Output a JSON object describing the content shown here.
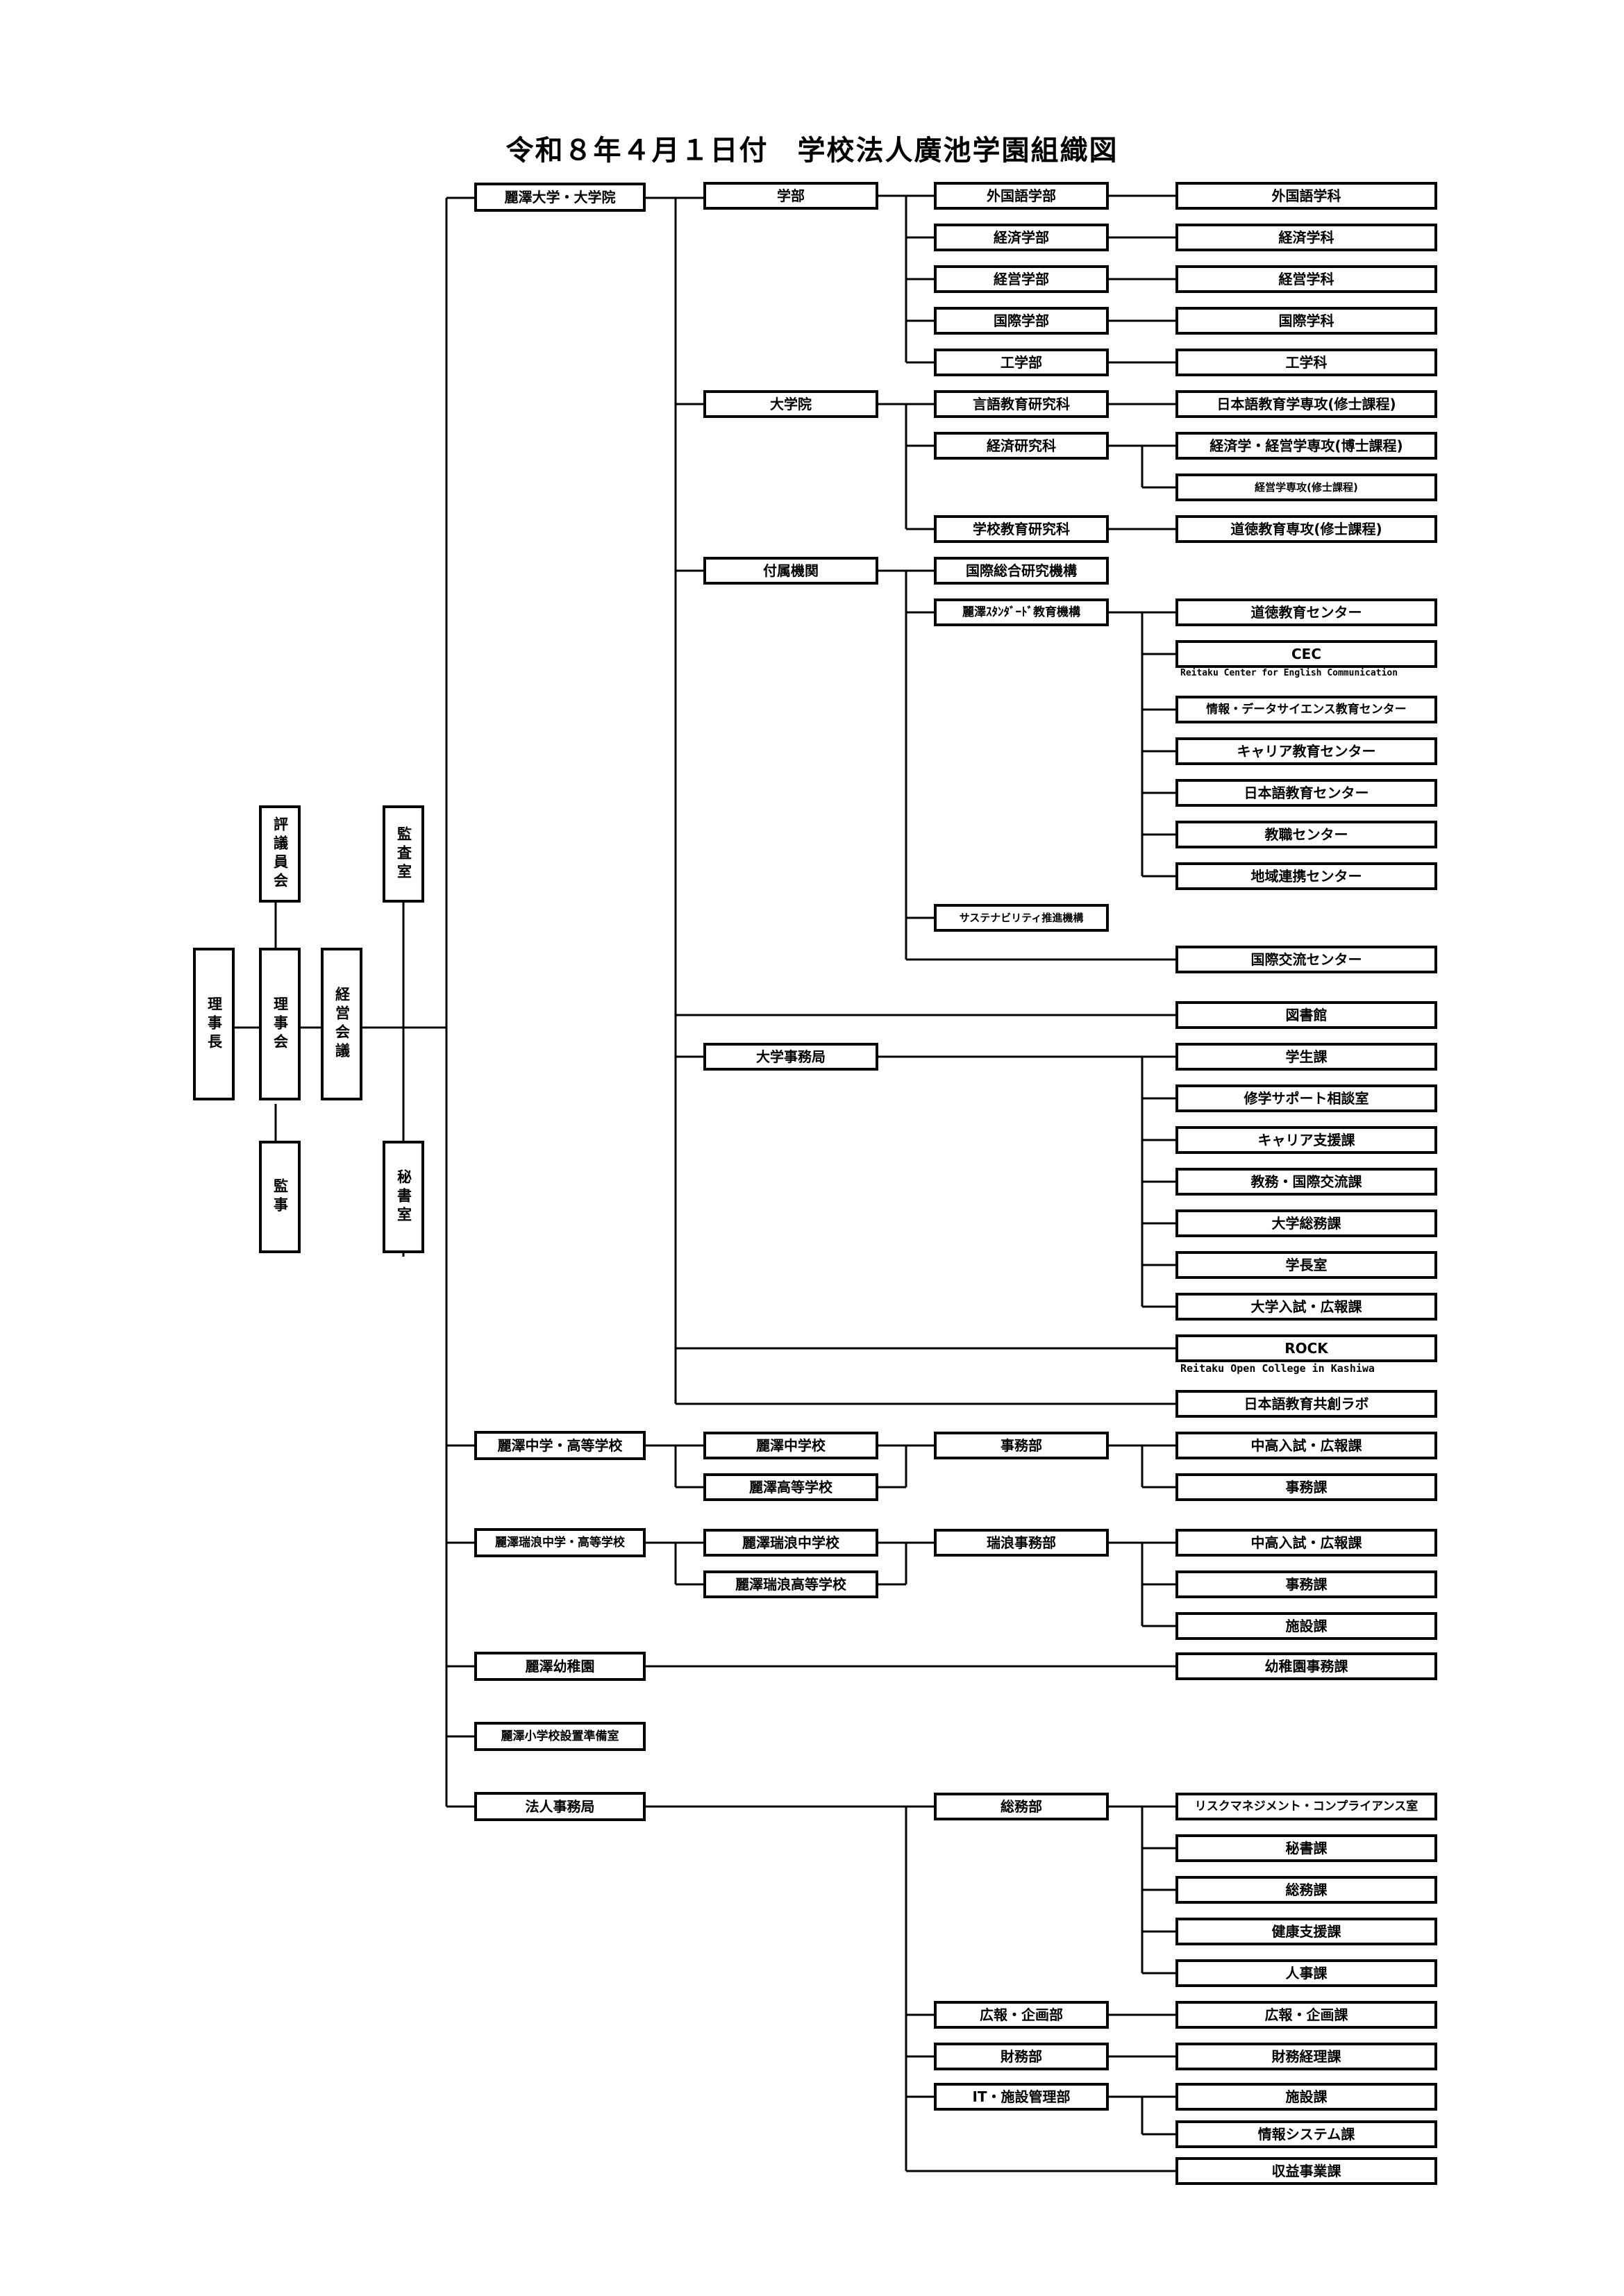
{
  "title": "令和８年４月１日付　学校法人廣池学園組織図",
  "left": {
    "rijicho": "理事長",
    "rijikai": "理事会",
    "hyogiinkai": "評議員会",
    "kanji": "監事",
    "keiei_kaigi": "経営会議",
    "kansashitsu": "監査室",
    "hishoshitsu": "秘書室"
  },
  "univ": {
    "name": "麗澤大学・大学院",
    "gakubu": "学部",
    "faculties": [
      "外国語学部",
      "経済学部",
      "経営学部",
      "国際学部",
      "工学部"
    ],
    "departments": [
      "外国語学科",
      "経済学科",
      "経営学科",
      "国際学科",
      "工学科"
    ],
    "daigakuin": "大学院",
    "grad_schools": [
      "言語教育研究科",
      "経済研究科",
      "学校教育研究科"
    ],
    "grad_majors": [
      "日本語教育学専攻(修士課程)",
      "経済学・経営学専攻(博士課程)",
      "経営学専攻(修士課程)",
      "道徳教育専攻(修士課程)"
    ],
    "fuzoku": "付属機関",
    "kokusai_sogo": "国際総合研究機構",
    "standard": "麗澤ｽﾀﾝﾀﾞｰﾄﾞ教育機構",
    "standard_centers": [
      "道徳教育センター",
      "CEC",
      "情報・データサイエンス教育センター",
      "キャリア教育センター",
      "日本語教育センター",
      "教職センター",
      "地域連携センター"
    ],
    "cec_sub": "Reitaku Center for English Communication",
    "sustainability": "サステナビリティ推進機構",
    "kokusai_koryu": "国際交流センター",
    "library": "図書館",
    "jimukyoku": "大学事務局",
    "jimu_units": [
      "学生課",
      "修学サポート相談室",
      "キャリア支援課",
      "教務・国際交流課",
      "大学総務課",
      "学長室",
      "大学入試・広報課"
    ],
    "rock": "ROCK",
    "rock_sub": "Reitaku Open College in Kashiwa",
    "nihongo_lab": "日本語教育共創ラボ"
  },
  "hs": {
    "name": "麗澤中学・高等学校",
    "schools": [
      "麗澤中学校",
      "麗澤高等学校"
    ],
    "office": "事務部",
    "units": [
      "中高入試・広報課",
      "事務課"
    ]
  },
  "mizunami": {
    "name": "麗澤瑞浪中学・高等学校",
    "schools": [
      "麗澤瑞浪中学校",
      "麗澤瑞浪高等学校"
    ],
    "office": "瑞浪事務部",
    "units": [
      "中高入試・広報課",
      "事務課",
      "施設課"
    ]
  },
  "kinder": {
    "name": "麗澤幼稚園",
    "unit": "幼稚園事務課"
  },
  "elem": {
    "name": "麗澤小学校設置準備室"
  },
  "corp": {
    "name": "法人事務局",
    "somu": "総務部",
    "somu_units": [
      "リスクマネジメント・コンプライアンス室",
      "秘書課",
      "総務課",
      "健康支援課",
      "人事課"
    ],
    "koho": "広報・企画部",
    "koho_unit": "広報・企画課",
    "zaimu": "財務部",
    "zaimu_unit": "財務経理課",
    "it": "IT・施設管理部",
    "it_units": [
      "施設課",
      "情報システム課"
    ],
    "shueki": "収益事業課"
  }
}
